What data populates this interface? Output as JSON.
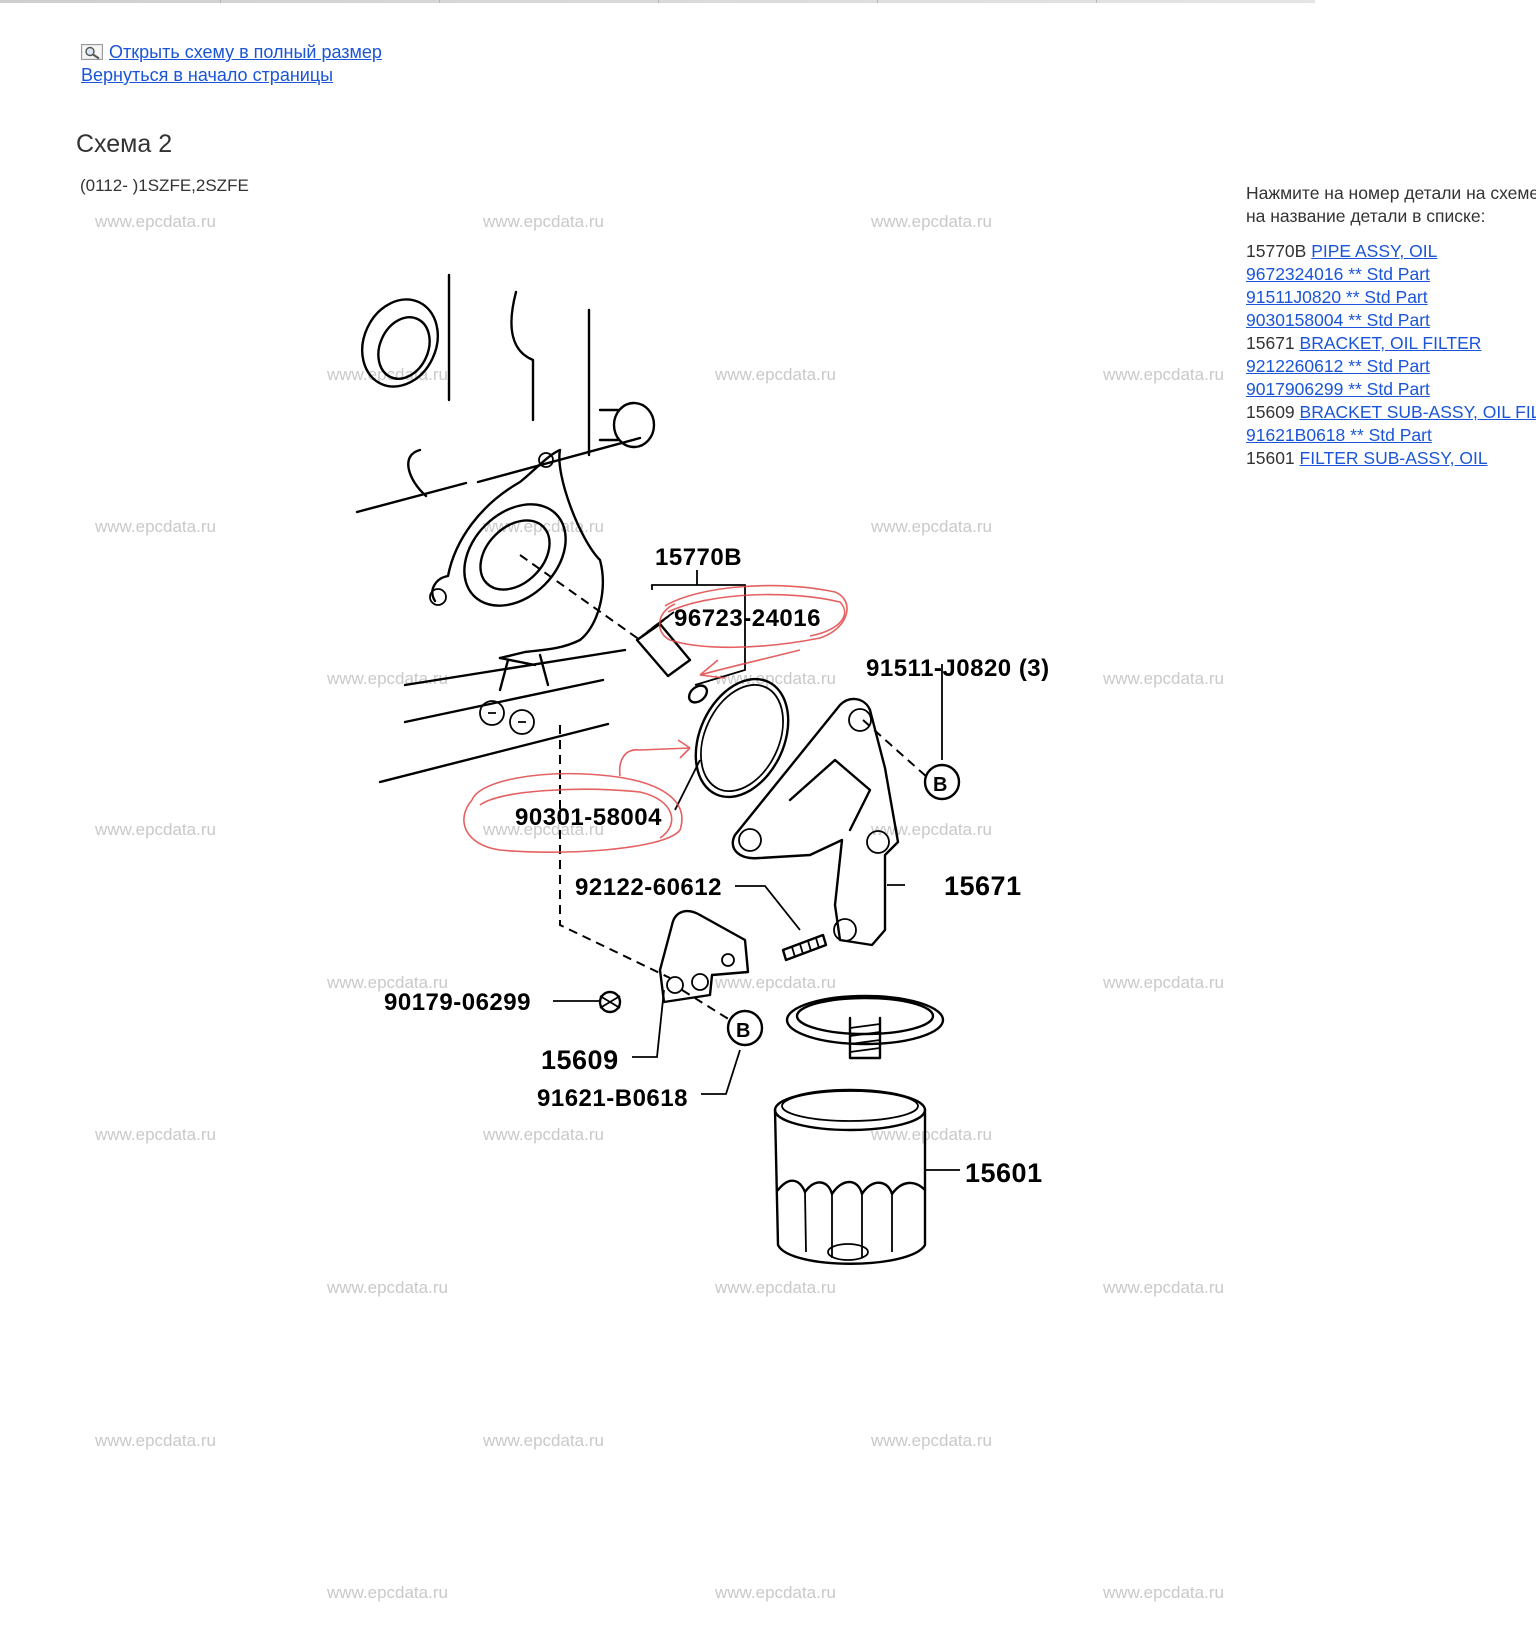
{
  "nav": {
    "open_full_size": "Открыть схему в полный размер",
    "back_to_top": "Вернуться в начало страницы"
  },
  "page": {
    "title": "Схема 2",
    "subtitle": "(0112- )1SZFE,2SZFE"
  },
  "watermark_text": "www.epcdata.ru",
  "diagram": {
    "labels": {
      "p15770B": "15770B",
      "p9672324016": "96723-24016",
      "p91511J0820": "91511-J0820 (3)",
      "p9030158004": "90301-58004",
      "p9212260612": "92122-60612",
      "p15671": "15671",
      "p9017906299": "90179-06299",
      "p15609": "15609",
      "p91621B0618": "91621-B0618",
      "p15601": "15601",
      "ref_b": "B"
    },
    "colors": {
      "ink": "#000000",
      "annotation": "#e04545",
      "watermark": "#c9c9c9"
    }
  },
  "parts_panel": {
    "instructions": [
      "Нажмите на номер детали на схеме или",
      "на название детали в списке:"
    ],
    "items": [
      {
        "code": "15770B",
        "link": "PIPE ASSY, OIL"
      },
      {
        "code": "",
        "link": "9672324016 ** Std Part"
      },
      {
        "code": "",
        "link": "91511J0820 ** Std Part"
      },
      {
        "code": "",
        "link": "9030158004 ** Std Part"
      },
      {
        "code": "15671",
        "link": "BRACKET, OIL FILTER"
      },
      {
        "code": "",
        "link": "9212260612 ** Std Part"
      },
      {
        "code": "",
        "link": "9017906299 ** Std Part"
      },
      {
        "code": "15609",
        "link": "BRACKET SUB-ASSY, OIL FILTER"
      },
      {
        "code": "",
        "link": "91621B0618 ** Std Part"
      },
      {
        "code": "15601",
        "link": "FILTER SUB-ASSY, OIL"
      }
    ]
  },
  "link_color": "#1a55d9",
  "text_color": "#333333"
}
